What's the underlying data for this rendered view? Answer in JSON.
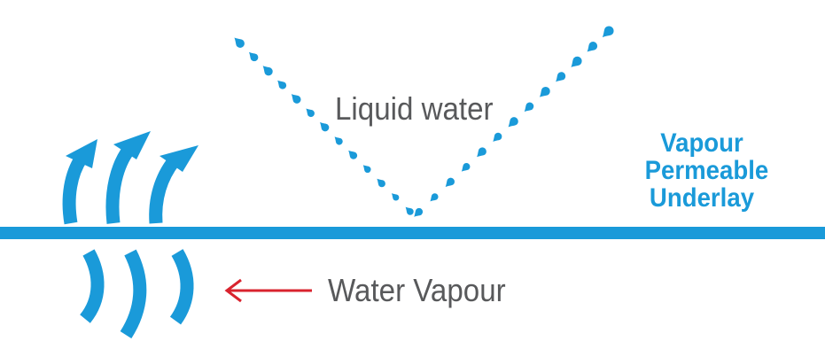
{
  "labels": {
    "liquid_water": "Liquid water",
    "water_vapour": "Water Vapour",
    "membrane": [
      "Vapour",
      "Permeable",
      "Underlay"
    ]
  },
  "colors": {
    "accent_blue": "#1a9ad9",
    "arrow_red": "#d9232e",
    "text_grey": "#58595b",
    "background": "#ffffff"
  },
  "icons": {
    "vapour": "curved-upward-arrows-icon",
    "droplet": "water-droplet-icon",
    "pointer": "left-arrow-icon"
  }
}
